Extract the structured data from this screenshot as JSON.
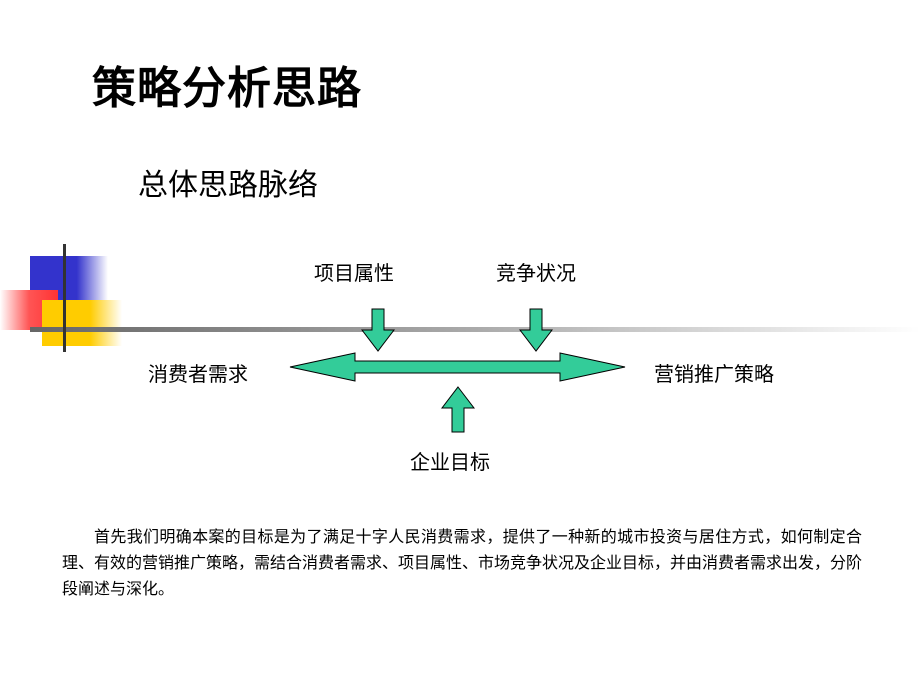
{
  "slide": {
    "title": "策略分析思路",
    "subtitle": "总体思路脉络"
  },
  "diagram": {
    "top_left_label": "项目属性",
    "top_right_label": "竞争状况",
    "left_label": "消费者需求",
    "right_label": "营销推广策略",
    "bottom_label": "企业目标",
    "arrow_color": "#33cc99"
  },
  "body": {
    "paragraph": "首先我们明确本案的目标是为了满足十字人民消费需求，提供了一种新的城市投资与居住方式，如何制定合理、有效的营销推广策略，需结合消费者需求、项目属性、市场竞争状况及企业目标，并由消费者需求出发，分阶段阐述与深化。"
  },
  "decoration": {
    "blue": "#3333cc",
    "red": "#ff3333",
    "yellow": "#ffcc00",
    "line_gray": "#999999"
  }
}
